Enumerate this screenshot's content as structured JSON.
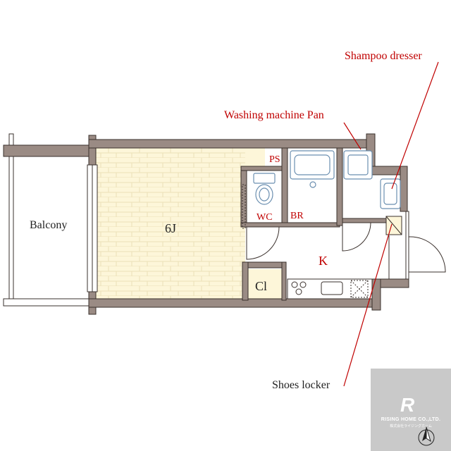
{
  "labels": {
    "balcony": "Balcony",
    "main_room": "6J",
    "wc": "WC",
    "ps": "PS",
    "br": "BR",
    "kitchen": "K",
    "closet": "Cl",
    "shampoo_dresser": "Shampoo dresser",
    "washing_machine_pan": "Washing machine Pan",
    "shoes_locker": "Shoes locker"
  },
  "logo": {
    "mark": "R",
    "company": "RISING HOME CO.,LTD.",
    "company_sub": "株式会社ライジングホーム"
  },
  "colors": {
    "wall": "#9a8b84",
    "floor": "#fdf6d9",
    "annotation": "#c00000",
    "fixture": "#6b8fb0",
    "logo_bg": "#c9c9c9"
  }
}
